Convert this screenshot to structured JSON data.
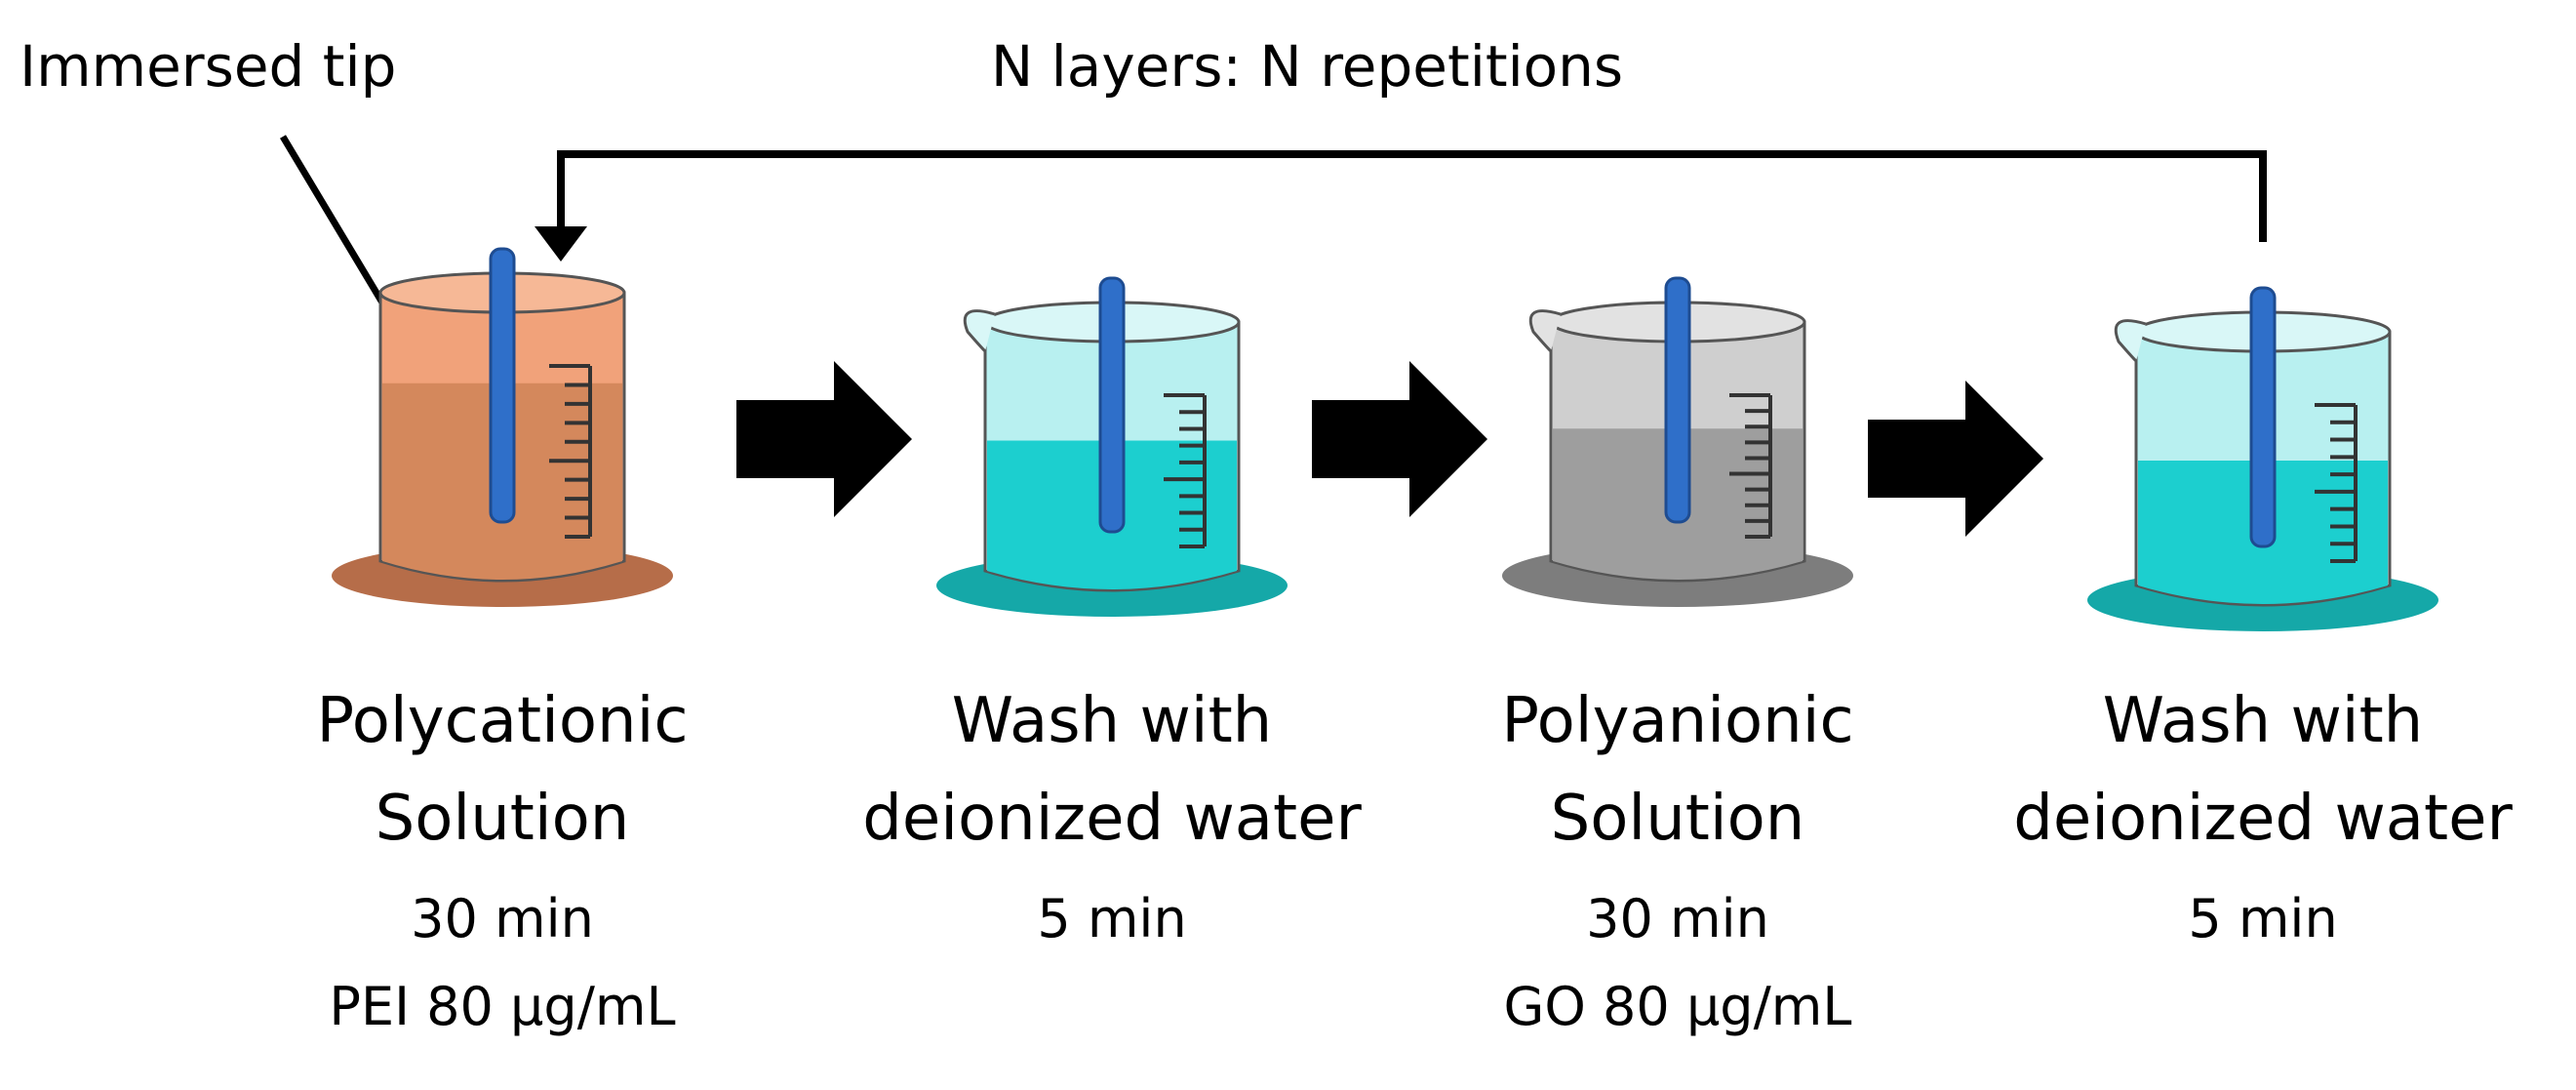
{
  "loop_label": "N layers: N repetitions",
  "callout_label": "Immersed tip",
  "steps": [
    {
      "title": [
        "Polycationic",
        "Solution"
      ],
      "details": [
        "30 min",
        "PEI 80 µg/mL"
      ],
      "colors": {
        "liquid": "#d4885c",
        "glass": "#f1a27a",
        "shadow": "#b66d49",
        "rim": "#f6b896"
      }
    },
    {
      "title": [
        "Wash with",
        "deionized water"
      ],
      "details": [
        "5 min"
      ],
      "colors": {
        "liquid": "#1ccfcf",
        "glass": "#b8f0f0",
        "shadow": "#15a8a8",
        "rim": "#d9f7f7"
      }
    },
    {
      "title": [
        "Polyanionic",
        "Solution"
      ],
      "details": [
        "30 min",
        "GO 80 µg/mL"
      ],
      "colors": {
        "liquid": "#9e9e9e",
        "glass": "#cfcfcf",
        "shadow": "#7d7d7d",
        "rim": "#e2e2e2"
      }
    },
    {
      "title": [
        "Wash with",
        "deionized water"
      ],
      "details": [
        "5 min"
      ],
      "colors": {
        "liquid": "#1ccfcf",
        "glass": "#b8f0f0",
        "shadow": "#15a8a8",
        "rim": "#d9f7f7"
      }
    }
  ],
  "electrode_color": "#2f6fc9"
}
